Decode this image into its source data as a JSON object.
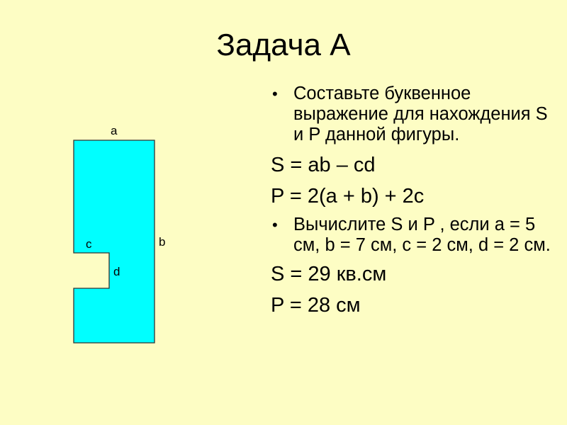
{
  "slide": {
    "title": "Задача А",
    "figure": {
      "fill_color": "#00ffff",
      "stroke_color": "#333333",
      "labels": {
        "a": "a",
        "b": "b",
        "c": "c",
        "d": "d"
      }
    },
    "bullets": [
      "Составьте буквенное выражение для нахождения S и P данной фигуры.",
      "Вычислите S и P , если a = 5 см, b = 7 см, c = 2 см, d = 2 см."
    ],
    "formulas": {
      "area_expr": "S = ab – cd",
      "perimeter_expr": "P = 2(a + b) + 2c",
      "area_value": "S = 29 кв.см",
      "perimeter_value": "P = 28 см"
    },
    "background_color": "#fdfdc4"
  }
}
